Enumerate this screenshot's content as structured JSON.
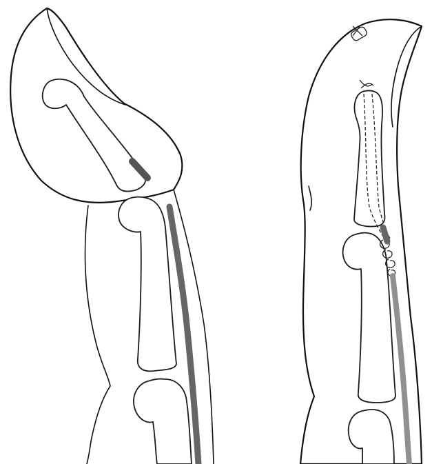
{
  "figure": {
    "panels": [
      {
        "id": "left",
        "description_icon": "finger-mallet-deformity"
      },
      {
        "id": "right",
        "description_icon": "finger-k-wire-fixation"
      }
    ],
    "colors": {
      "outline": "#111111",
      "tendon_dark": "#666666",
      "tendon_light": "#909090",
      "background": "#ffffff"
    }
  }
}
